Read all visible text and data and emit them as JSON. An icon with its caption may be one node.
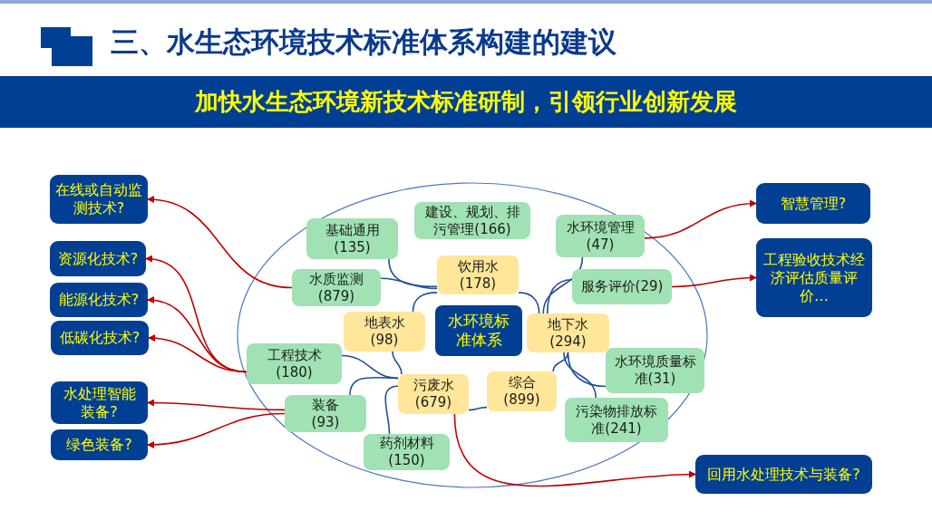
{
  "diagram": {
    "title": "三、水生态环境技术标准体系构建的建议",
    "nodes": [
      {
        "text": [
          "加快水生态环境新技术标准研制，引领行业创新发展"
        ]
      },
      {
        "text": [
          "水环境标准体系"
        ]
      },
      {
        "text": [
          "饮用水",
          "(178)"
        ]
      },
      {
        "text": [
          "地表水",
          "(98)"
        ]
      },
      {
        "text": [
          "地下水",
          "(294)"
        ]
      },
      {
        "text": [
          "污废水",
          "(679)"
        ]
      },
      {
        "text": [
          "综合",
          "(899)"
        ]
      },
      {
        "text": [
          "建设、规划、排污管理(166)"
        ]
      },
      {
        "text": [
          "基础通用",
          "(135)"
        ]
      },
      {
        "text": [
          "水质监测",
          "(879)"
        ]
      },
      {
        "text": [
          "工程技术",
          "(180)"
        ]
      },
      {
        "text": [
          "装备",
          "(93)"
        ]
      },
      {
        "text": [
          "药剂材料",
          "(150)"
        ]
      },
      {
        "text": [
          "水环境管理",
          "(47)"
        ]
      },
      {
        "text": [
          "服务评价(29)"
        ]
      },
      {
        "text": [
          "水环境质量标准(31)"
        ]
      },
      {
        "text": [
          "污染物排放标准(241)"
        ]
      },
      {
        "text": [
          "在线或自动监测技术?"
        ]
      },
      {
        "text": [
          "资源化技术?"
        ]
      },
      {
        "text": [
          "能源化技术?"
        ]
      },
      {
        "text": [
          "低碳化技术?"
        ]
      },
      {
        "text": [
          "水处理智能装备?"
        ]
      },
      {
        "text": [
          "绿色装备?"
        ]
      },
      {
        "text": [
          "智慧管理?"
        ]
      },
      {
        "text": [
          "工程验收技术经济评估质量评价…"
        ]
      },
      {
        "text": [
          "回用水处理技术与装备?"
        ]
      }
    ],
    "edges": [
      {
        "from": 2,
        "to": 8,
        "arrow": "none"
      },
      {
        "from": 2,
        "to": 9,
        "arrow": "none"
      },
      {
        "from": 4,
        "to": 13,
        "arrow": "none"
      },
      {
        "from": 4,
        "to": 14,
        "arrow": "none"
      },
      {
        "from": 4,
        "to": 15,
        "arrow": "none"
      },
      {
        "from": 4,
        "to": 16,
        "arrow": "none"
      },
      {
        "from": 5,
        "to": 10,
        "arrow": "none"
      },
      {
        "from": 5,
        "to": 11,
        "arrow": "none"
      },
      {
        "from": 5,
        "to": 12,
        "arrow": "none"
      },
      {
        "from": 2,
        "to": 3,
        "arrow": "none"
      },
      {
        "from": 2,
        "to": 4,
        "arrow": "none"
      },
      {
        "from": 3,
        "to": 5,
        "arrow": "none"
      },
      {
        "from": 5,
        "to": 6,
        "arrow": "none"
      },
      {
        "from": 6,
        "to": 4,
        "arrow": "none"
      },
      {
        "from": 9,
        "to": 17,
        "arrow": "to",
        "color": "#c00000"
      },
      {
        "from": 10,
        "to": 18,
        "arrow": "to",
        "color": "#c00000"
      },
      {
        "from": 10,
        "to": 19,
        "arrow": "to",
        "color": "#c00000"
      },
      {
        "from": 10,
        "to": 20,
        "arrow": "to",
        "color": "#c00000"
      },
      {
        "from": 11,
        "to": 21,
        "arrow": "to",
        "color": "#c00000"
      },
      {
        "from": 11,
        "to": 22,
        "arrow": "to",
        "color": "#c00000"
      },
      {
        "from": 13,
        "to": 23,
        "arrow": "to",
        "color": "#c00000"
      },
      {
        "from": 14,
        "to": 24,
        "arrow": "to",
        "color": "#c00000"
      },
      {
        "from": 5,
        "to": 25,
        "arrow": "to",
        "color": "#c00000"
      }
    ]
  }
}
